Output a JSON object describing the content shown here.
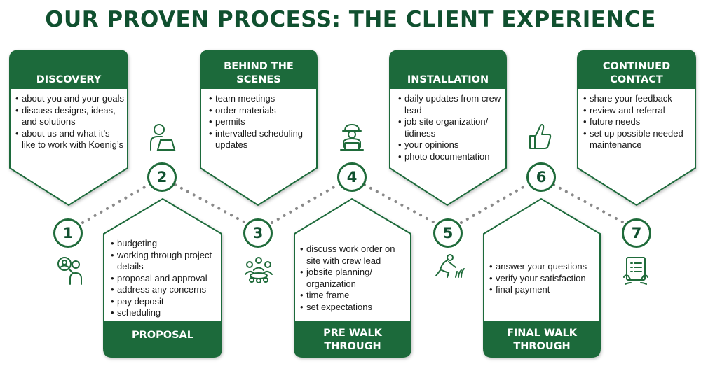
{
  "title": "OUR PROVEN PROCESS: THE CLIENT EXPERIENCE",
  "colors": {
    "brand_green": "#10502f",
    "accent_green": "#1f6b3a",
    "dots": "#888888"
  },
  "steps": [
    {
      "number": "1",
      "heading": "DISCOVERY",
      "icon": "magnifier-person-icon",
      "items": [
        "about you and your goals",
        "discuss designs, ideas, and solutions",
        "about us and what it’s like to work with Koenig’s"
      ]
    },
    {
      "number": "2",
      "heading": "PROPOSAL",
      "icon": "person-laptop-icon",
      "items": [
        "budgeting",
        "working through project details",
        "proposal and approval",
        "address any concerns",
        "pay deposit",
        "scheduling"
      ]
    },
    {
      "number": "3",
      "heading": "BEHIND THE SCENES",
      "icon": "team-meeting-icon",
      "items": [
        "team meetings",
        "order materials",
        "permits",
        "intervalled scheduling updates"
      ]
    },
    {
      "number": "4",
      "heading": "PRE WALK THROUGH",
      "icon": "worker-laptop-icon",
      "items": [
        "discuss work order on site with crew lead",
        "jobsite planning/ organization",
        "time frame",
        "set expectations"
      ]
    },
    {
      "number": "5",
      "heading": "INSTALLATION",
      "icon": "gardener-icon",
      "items": [
        "daily updates from crew lead",
        "job site organization/ tidiness",
        "your opinions",
        "photo documentation"
      ]
    },
    {
      "number": "6",
      "heading": "FINAL WALK THROUGH",
      "icon": "thumbs-up-icon",
      "items": [
        "answer your questions",
        "verify your satisfaction",
        "final payment"
      ]
    },
    {
      "number": "7",
      "heading": "CONTINUED CONTACT",
      "icon": "checklist-icon",
      "items": [
        "share your feedback",
        "review and referral",
        "future needs",
        "set up possible needed maintenance"
      ]
    }
  ]
}
